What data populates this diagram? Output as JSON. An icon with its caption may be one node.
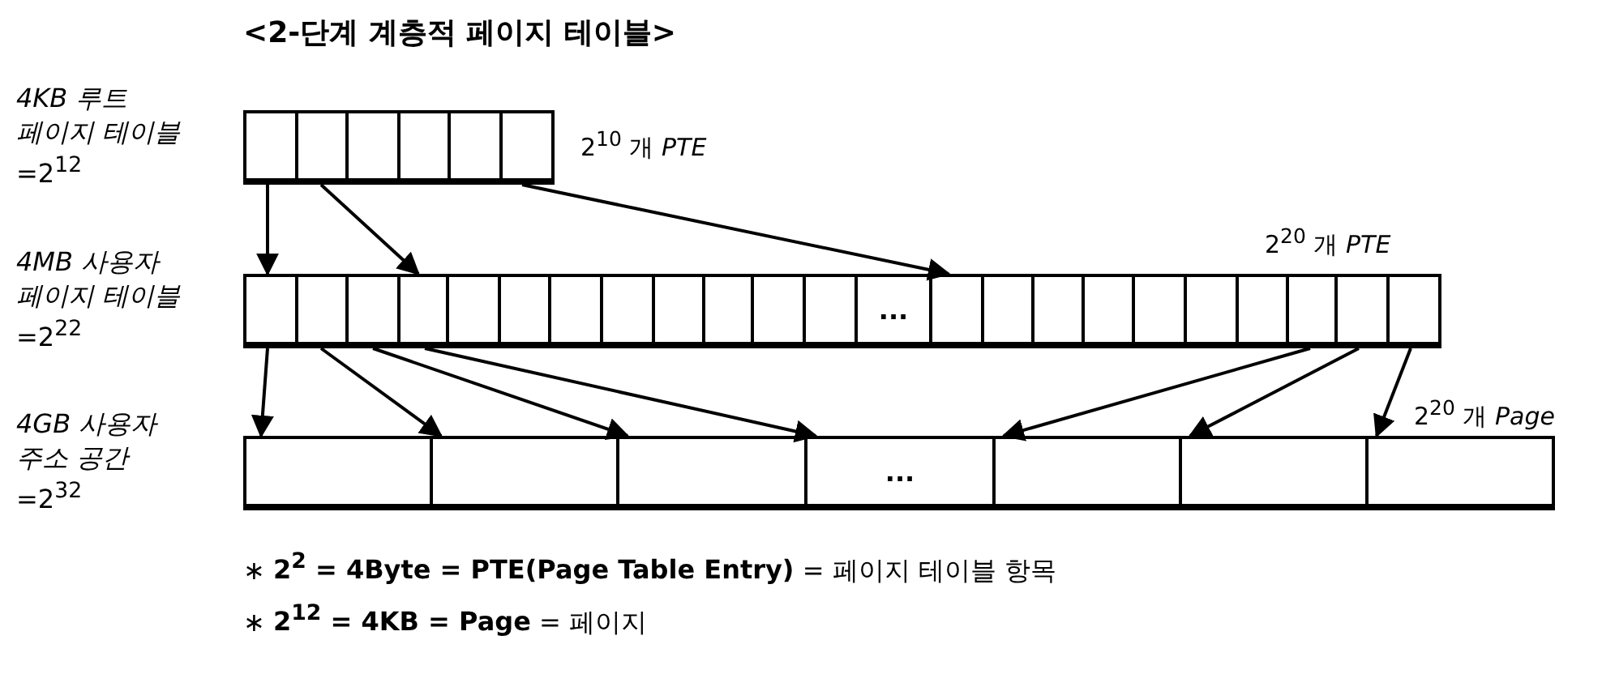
{
  "diagram": {
    "title": "<2-단계 계층적 페이지 테이블>",
    "nodes": [
      {
        "text": [],
        "shape": "box",
        "beside": [
          "*4KB 루트 페이지 테이블* =2$^{12}$",
          "2$^{10}$ 개 *PTE*"
        ]
      },
      {
        "text": [],
        "shape": "box",
        "in": 0
      },
      {
        "text": [],
        "shape": "box",
        "in": 0
      },
      {
        "text": [],
        "shape": "box",
        "in": 0
      },
      {
        "text": [],
        "shape": "box",
        "in": 0
      },
      {
        "text": [],
        "shape": "box",
        "in": 0
      },
      {
        "text": [],
        "shape": "box",
        "in": 0
      },
      {
        "text": [],
        "shape": "box",
        "beside": [
          "*4MB 사용자 페이지 테이블* =2$^{22}$",
          "2$^{20}$ 개 *PTE*"
        ]
      },
      {
        "text": [],
        "shape": "box",
        "in": 7
      },
      {
        "text": [],
        "shape": "box",
        "in": 7
      },
      {
        "text": [],
        "shape": "box",
        "in": 7
      },
      {
        "text": [],
        "shape": "box",
        "in": 7
      },
      {
        "text": [],
        "shape": "box",
        "in": 7
      },
      {
        "text": [],
        "shape": "box",
        "in": 7
      },
      {
        "text": [],
        "shape": "box",
        "in": 7
      },
      {
        "text": [],
        "shape": "box",
        "in": 7
      },
      {
        "text": [],
        "shape": "box",
        "in": 7
      },
      {
        "text": [],
        "shape": "box",
        "in": 7
      },
      {
        "text": [],
        "shape": "box",
        "in": 7
      },
      {
        "text": [],
        "shape": "box",
        "in": 7
      },
      {
        "text": [
          "..."
        ],
        "in": 7
      },
      {
        "text": [],
        "shape": "box",
        "in": 7
      },
      {
        "text": [],
        "shape": "box",
        "in": 7
      },
      {
        "text": [],
        "shape": "box",
        "in": 7
      },
      {
        "text": [],
        "shape": "box",
        "in": 7
      },
      {
        "text": [],
        "shape": "box",
        "in": 7
      },
      {
        "text": [],
        "shape": "box",
        "in": 7
      },
      {
        "text": [],
        "shape": "box",
        "in": 7
      },
      {
        "text": [],
        "shape": "box",
        "in": 7
      },
      {
        "text": [],
        "shape": "box",
        "in": 7
      },
      {
        "text": [],
        "shape": "box",
        "in": 7
      },
      {
        "text": [],
        "shape": "box",
        "beside": [
          "*4GB 사용자 주소 공간* =2$^{32}$",
          "2$^{20}$ 개 *Page*"
        ]
      },
      {
        "text": [],
        "shape": "box",
        "in": 31
      },
      {
        "text": [],
        "shape": "box",
        "in": 31
      },
      {
        "text": [],
        "shape": "box",
        "in": 31
      },
      {
        "text": [
          "..."
        ],
        "in": 31
      },
      {
        "text": [],
        "shape": "box",
        "in": 31
      },
      {
        "text": [],
        "shape": "box",
        "in": 31
      },
      {
        "text": [],
        "shape": "box",
        "in": 31
      }
    ],
    "edges": [
      {
        "from": 1,
        "to": 8,
        "arrow": "to"
      },
      {
        "from": 2,
        "to": 11,
        "arrow": "to"
      },
      {
        "from": 6,
        "to": 21,
        "arrow": "to"
      },
      {
        "from": 8,
        "to": 32,
        "arrow": "to"
      },
      {
        "from": 9,
        "to": 33,
        "arrow": "to"
      },
      {
        "from": 10,
        "to": 34,
        "arrow": "to"
      },
      {
        "from": 11,
        "to": 35,
        "arrow": "to"
      },
      {
        "from": 28,
        "to": 36,
        "arrow": "to"
      },
      {
        "from": 29,
        "to": 37,
        "arrow": "to"
      },
      {
        "from": 30,
        "to": 38,
        "arrow": "to"
      }
    ],
    "labels": [
      "∗ **2$^{2}$ = 4Byte = PTE(Page Table Entry)** = 페이지 테이블 항목",
      "∗ **2$^{12}$ = 4KB = Page** = 페이지"
    ]
  }
}
